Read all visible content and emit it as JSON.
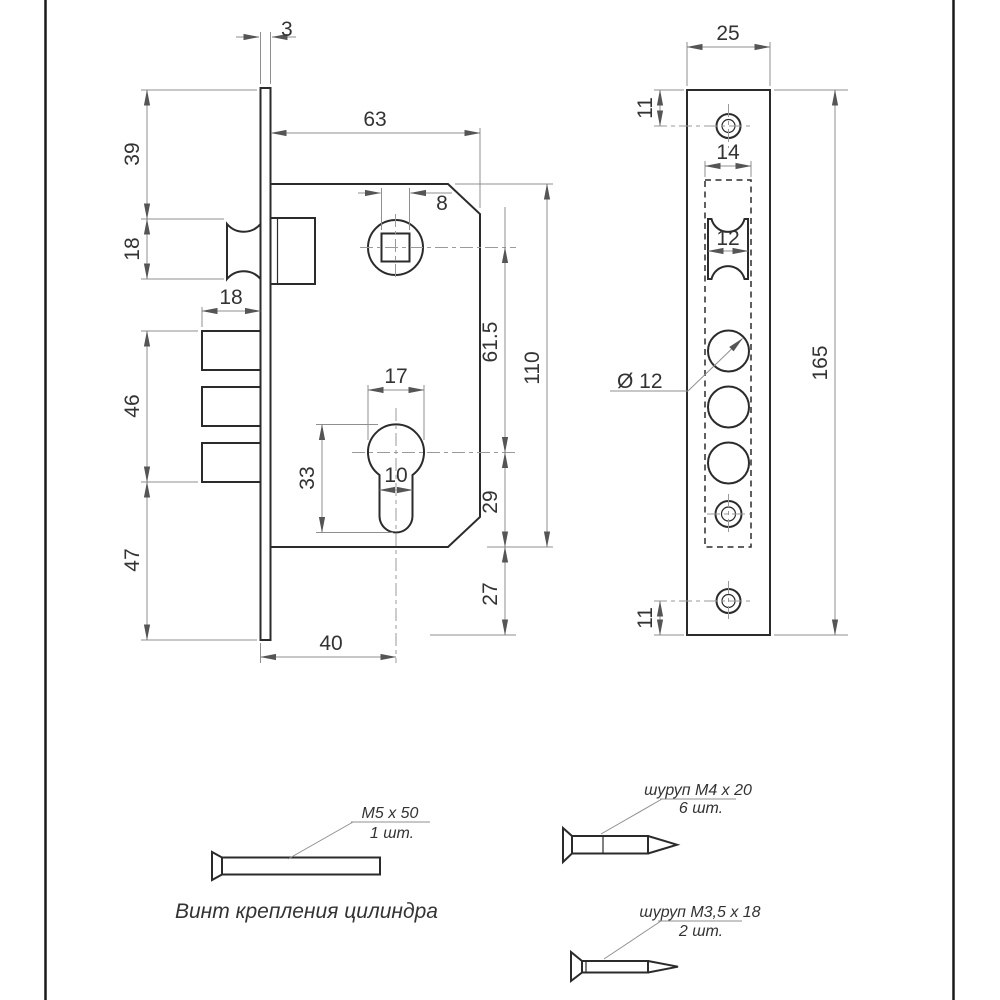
{
  "drawing_type": "lock-technical-drawing",
  "side_view": {
    "dims": {
      "plate_thickness": "3",
      "body_width": "63",
      "square_size": "8",
      "plate_top_to_latch": "39",
      "latch_height": "18",
      "bolt_throw": "18",
      "bolt_group_height": "46",
      "bolt_group_to_plate_bottom": "47",
      "cylinder_dia": "17",
      "cylinder_total_height": "33",
      "cylinder_stem_width": "10",
      "square_to_cylinder": "61.5",
      "cylinder_to_body_bottom": "29",
      "body_bottom_to_plate_bottom": "27",
      "body_height": "110",
      "backset": "40"
    }
  },
  "front_view": {
    "dims": {
      "plate_width": "25",
      "top_hole_offset": "11",
      "cutout_width": "14",
      "latch_opening_width": "12",
      "hole_diameter": "Ø 12",
      "plate_height": "165",
      "bottom_hole_offset": "11"
    }
  },
  "hardware": {
    "cylinder_screw_label": "M5 x 50",
    "cylinder_screw_qty": "1 шт.",
    "cylinder_screw_caption": "Винт крепления цилиндра",
    "mount_screw_label": "шуруп M4 x 20",
    "mount_screw_qty": "6 шт.",
    "strike_screw_label": "шуруп M3,5 x 18",
    "strike_screw_qty": "2 шт."
  }
}
